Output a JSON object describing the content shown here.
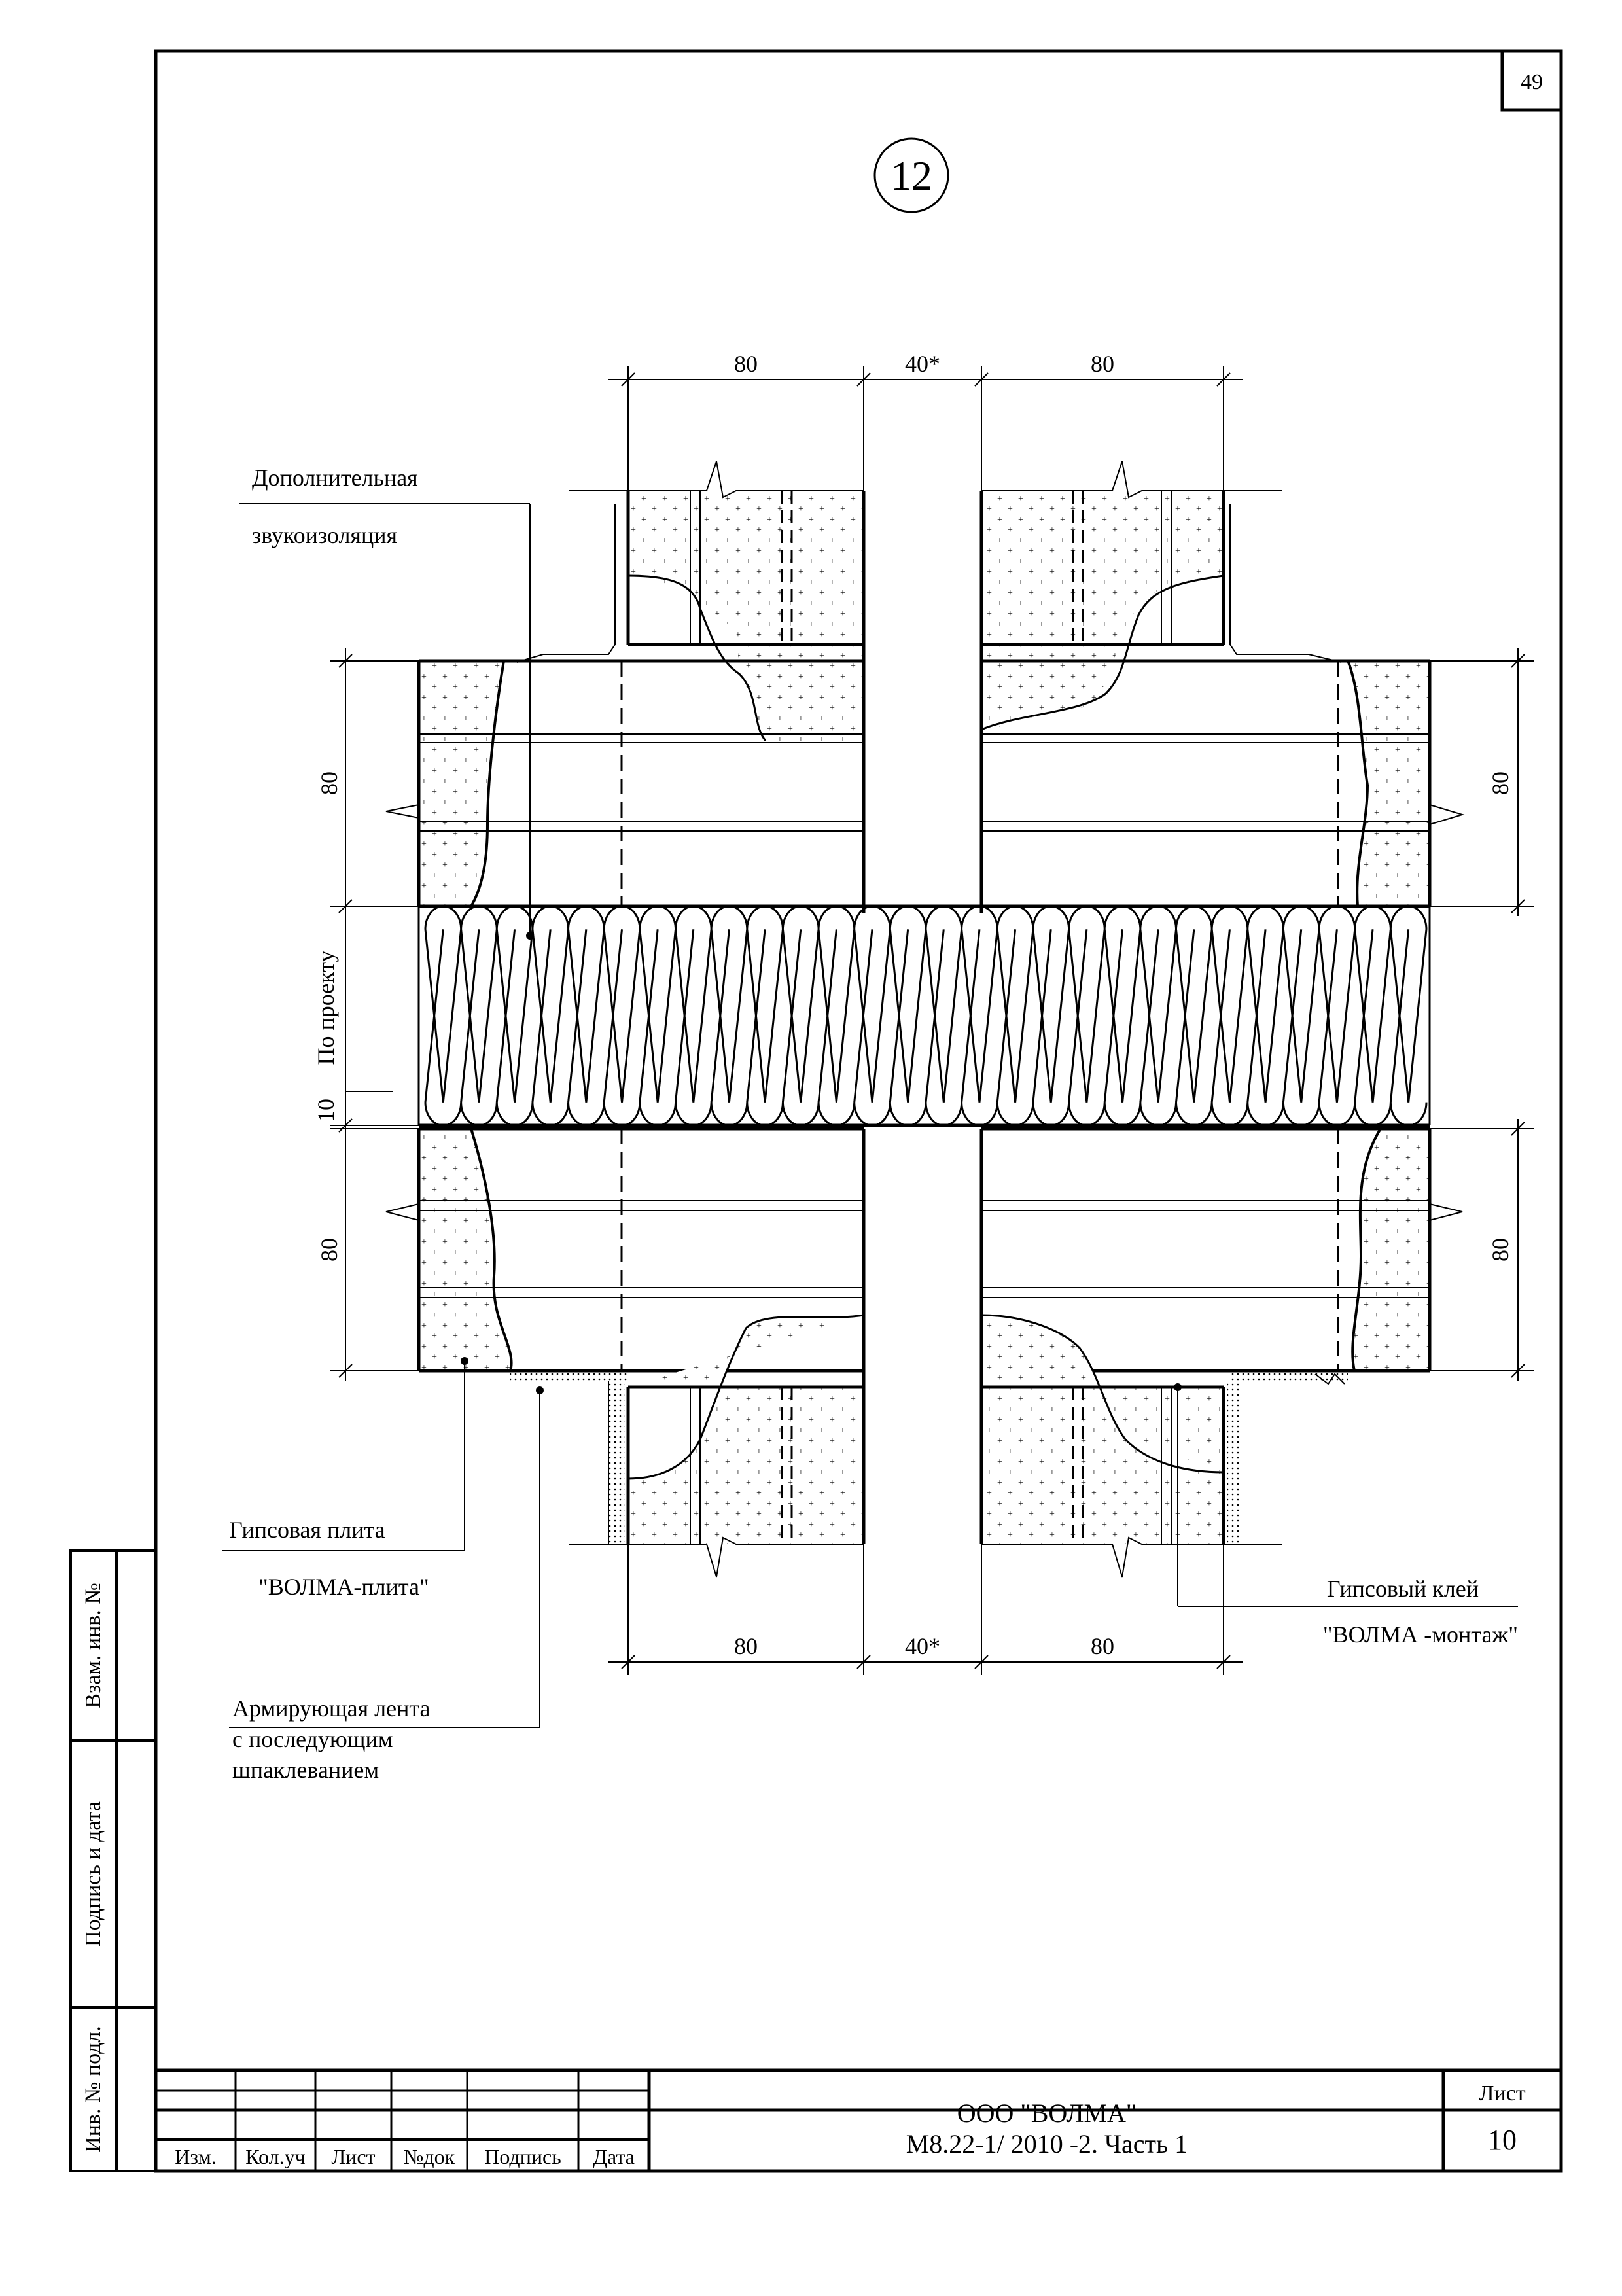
{
  "sheet": {
    "page_number": "49",
    "node_number": "12",
    "sheet_label": "Лист",
    "sheet_value": "10"
  },
  "title_block": {
    "company": "ООО \"ВОЛМА\"",
    "document": "М8.22-1/ 2010 -2. Часть 1",
    "columns": [
      "Изм.",
      "Кол.уч",
      "Лист",
      "№док",
      "Подпись",
      "Дата"
    ]
  },
  "side_stamp": {
    "fields": [
      "Взам. инв. №",
      "Подпись и дата",
      "Инв. № подл."
    ]
  },
  "dimensions": {
    "top": [
      "80",
      "40*",
      "80"
    ],
    "bottom": [
      "80",
      "40*",
      "80"
    ],
    "left_upper": "80",
    "left_middle": "По проекту",
    "left_gap": "10",
    "left_lower": "80",
    "right_upper": "80",
    "right_lower": "80"
  },
  "labels": {
    "extra_insulation_line1": "Дополнительная",
    "extra_insulation_line2": "звукоизоляция",
    "gypsum_board_line1": "Гипсовая плита",
    "gypsum_board_line2": "\"ВОЛМА-плита\"",
    "tape_line1": "Армирующая лента",
    "tape_line2": "с последующим",
    "tape_line3": "шпаклеванием",
    "glue_line1": "Гипсовый клей",
    "glue_line2": "\"ВОЛМА -монтаж\""
  }
}
